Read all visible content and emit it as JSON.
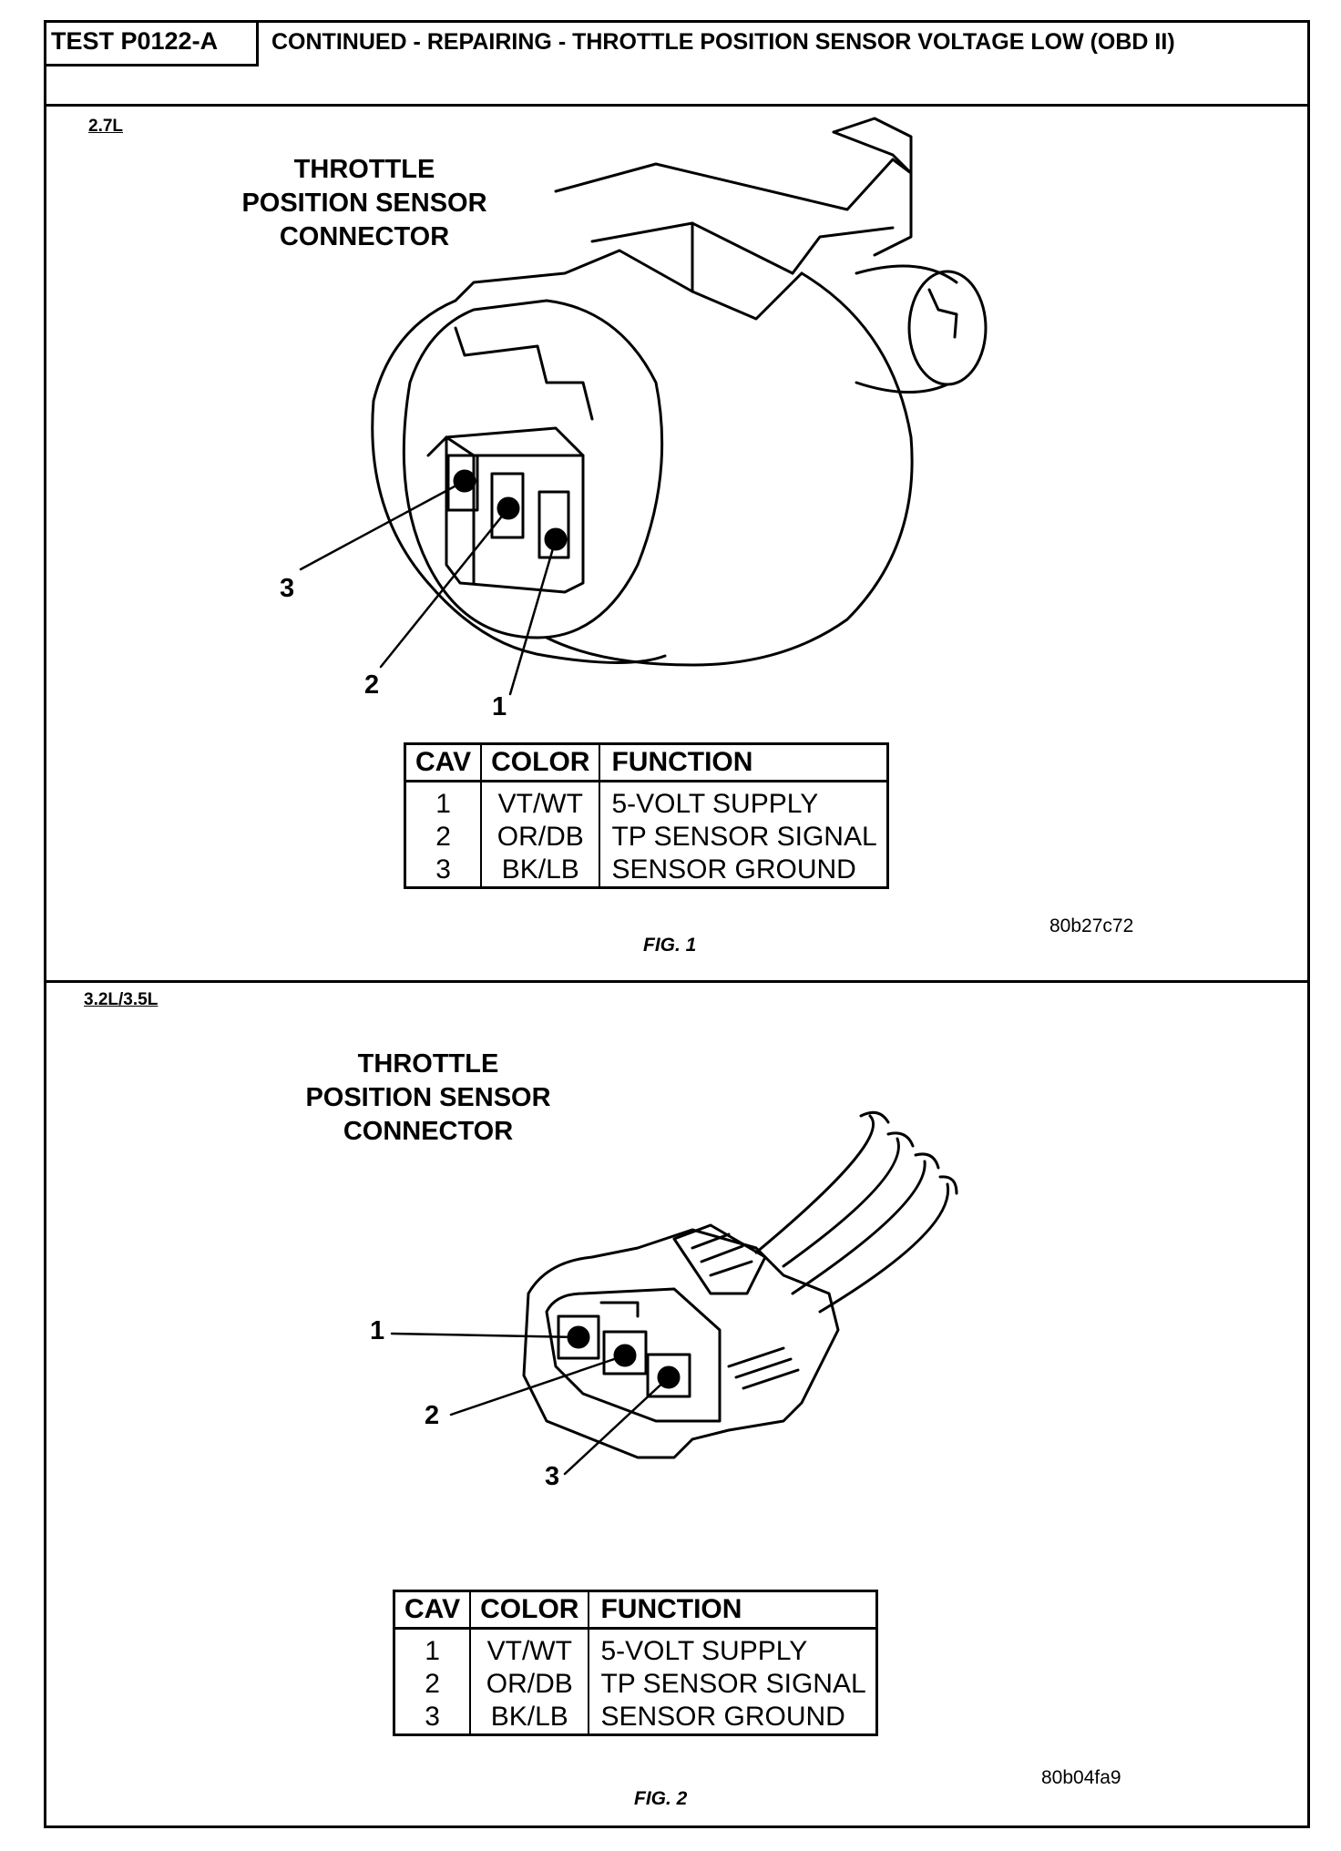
{
  "header": {
    "test_id": "TEST P0122-A",
    "title": "CONTINUED - REPAIRING - THROTTLE POSITION SENSOR VOLTAGE LOW (OBD II)"
  },
  "figures": [
    {
      "engine": "2.7L",
      "title_lines": [
        "THROTTLE",
        "POSITION SENSOR",
        "CONNECTOR"
      ],
      "callouts": [
        "1",
        "2",
        "3"
      ],
      "table": {
        "headers": [
          "CAV",
          "COLOR",
          "FUNCTION"
        ],
        "rows": [
          [
            "1",
            "VT/WT",
            "5-VOLT SUPPLY"
          ],
          [
            "2",
            "OR/DB",
            "TP SENSOR SIGNAL"
          ],
          [
            "3",
            "BK/LB",
            "SENSOR GROUND"
          ]
        ]
      },
      "image_code": "80b27c72",
      "caption": "FIG. 1"
    },
    {
      "engine": "3.2L/3.5L",
      "title_lines": [
        "THROTTLE",
        "POSITION SENSOR",
        "CONNECTOR"
      ],
      "callouts": [
        "1",
        "2",
        "3"
      ],
      "table": {
        "headers": [
          "CAV",
          "COLOR",
          "FUNCTION"
        ],
        "rows": [
          [
            "1",
            "VT/WT",
            "5-VOLT SUPPLY"
          ],
          [
            "2",
            "OR/DB",
            "TP SENSOR SIGNAL"
          ],
          [
            "3",
            "BK/LB",
            "SENSOR GROUND"
          ]
        ]
      },
      "image_code": "80b04fa9",
      "caption": "FIG. 2"
    }
  ]
}
